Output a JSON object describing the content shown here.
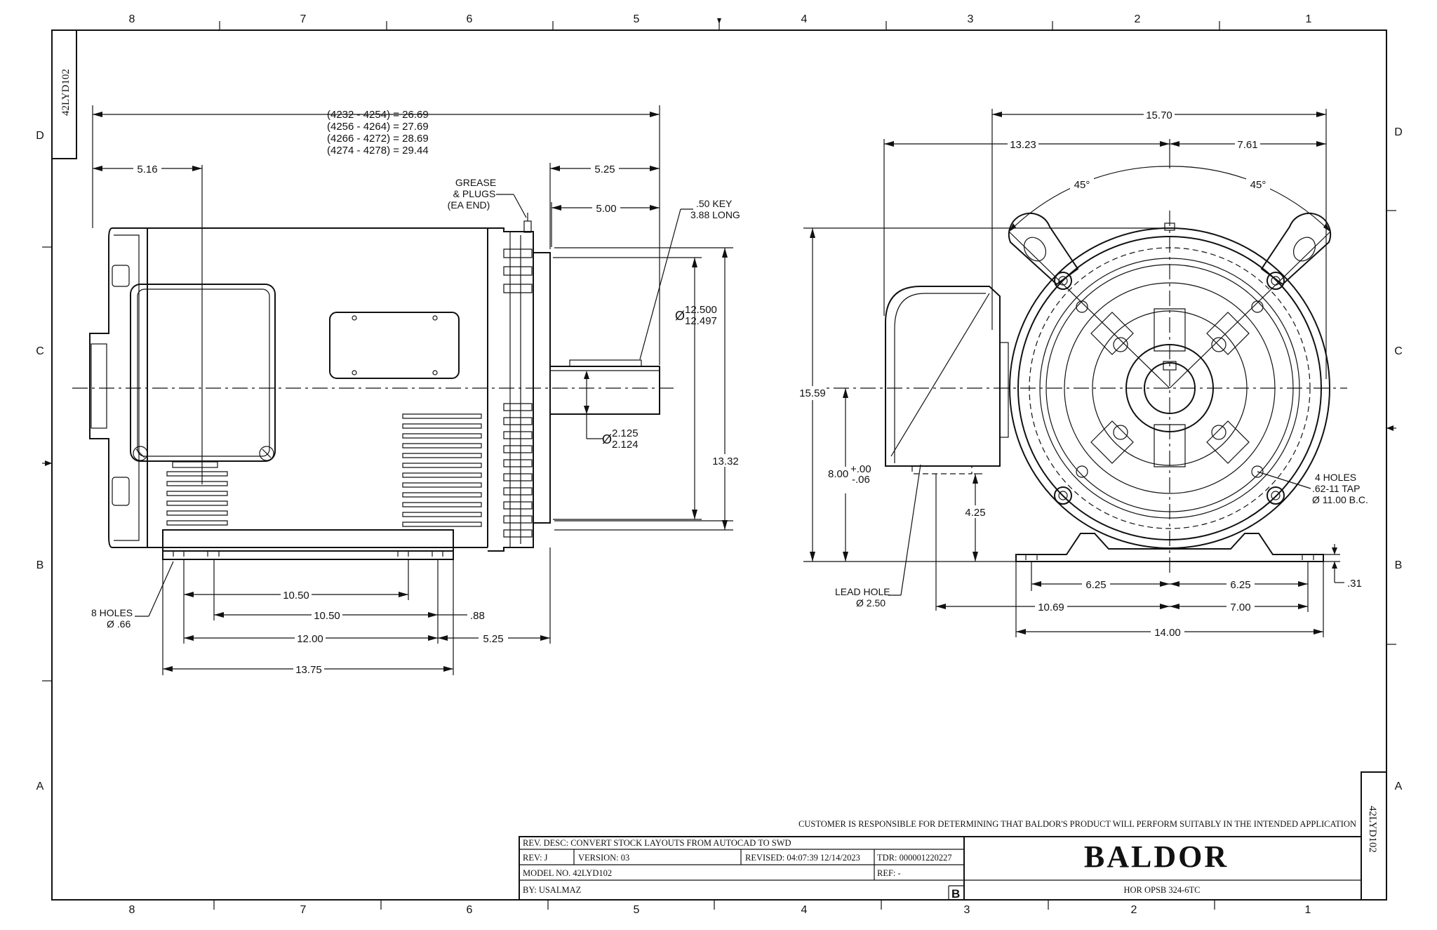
{
  "drawing_number": "42LYD102",
  "zones": {
    "columns": [
      "8",
      "7",
      "6",
      "5",
      "4",
      "3",
      "2",
      "1"
    ],
    "rows": [
      "D",
      "C",
      "B",
      "A"
    ]
  },
  "side_view": {
    "overall_lengths": [
      "(4232 - 4254) = 26.69",
      "(4256 - 4264) = 27.69",
      "(4266 - 4272) = 28.69",
      "(4274 - 4278) = 29.44"
    ],
    "dims": {
      "conduit_offset": "5.16",
      "shaft_ext": "5.25",
      "key_len_ref": "5.00",
      "height_13_32": "13.32",
      "foot_10_50_a": "10.50",
      "foot_10_50_b": "10.50",
      "foot_12_00": "12.00",
      "foot_13_75": "13.75",
      "shoulder_5_25": "5.25",
      "foot_088": ".88"
    },
    "notes": {
      "grease_1": "GREASE",
      "grease_2": "& PLUGS",
      "grease_3": "(EA END)",
      "key_1": ".50 KEY",
      "key_2": "3.88 LONG",
      "pilot_sym": "Ø",
      "pilot_max": "12.500",
      "pilot_min": "12.497",
      "shaft_sym": "Ø",
      "shaft_max": "2.125",
      "shaft_min": "2.124",
      "holes_1": "8 HOLES",
      "holes_2": "Ø .66"
    }
  },
  "end_view": {
    "dims": {
      "width_15_70": "15.70",
      "left_13_23": "13.23",
      "right_7_61": "7.61",
      "angle_left": "45°",
      "angle_right": "45°",
      "height_15_59": "15.59",
      "height_8_00": "8.00",
      "tol_plus": "+.00",
      "tol_minus": "-.06",
      "box_4_25": "4.25",
      "foot_6_25_a": "6.25",
      "foot_6_25_b": "6.25",
      "foot_10_69": "10.69",
      "foot_7_00": "7.00",
      "foot_14_00": "14.00",
      "foot_031": ".31"
    },
    "notes": {
      "holes_1": "4 HOLES",
      "holes_2": ".62-11 TAP",
      "holes_3": "Ø 11.00 B.C.",
      "lead_1": "LEAD HOLE",
      "lead_2": "Ø 2.50"
    }
  },
  "title_block": {
    "disclaimer": "CUSTOMER IS RESPONSIBLE FOR DETERMINING THAT BALDOR'S PRODUCT WILL PERFORM SUITABLY IN THE INTENDED APPLICATION",
    "rev_desc": "REV. DESC: CONVERT STOCK LAYOUTS FROM AUTOCAD TO SWD",
    "rev": "REV:  J",
    "version": "VERSION:  03",
    "revised": "REVISED:  04:07:39 12/14/2023",
    "tdr": "TDR:  000001220227",
    "model_no": "MODEL NO.  42LYD102",
    "ref": "REF:  -",
    "by": "BY: USALMAZ",
    "size": "B",
    "logo": "BALDOR",
    "description": "HOR OPSB 324-6TC"
  }
}
